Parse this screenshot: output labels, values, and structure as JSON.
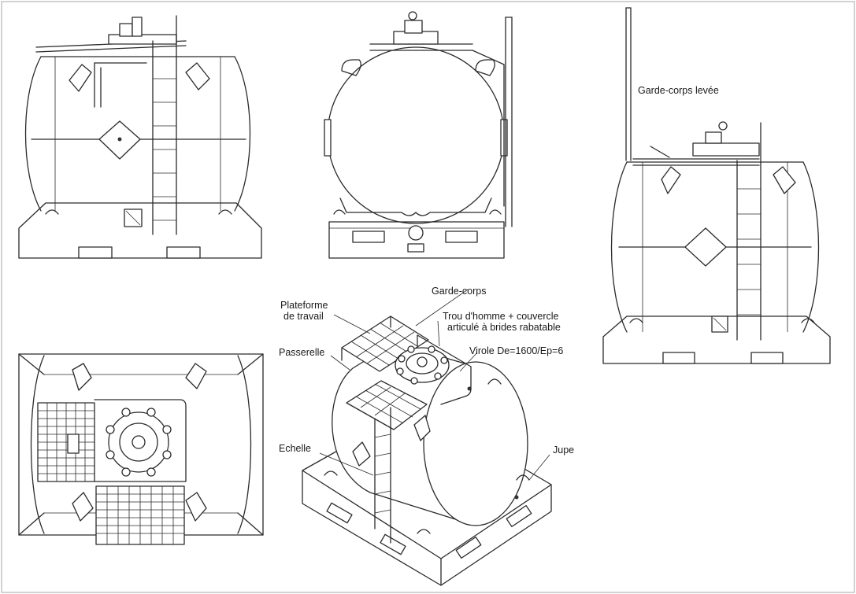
{
  "labels": {
    "garde_corps_levee": "Garde-corps levée",
    "plateforme_line1": "Plateforme",
    "plateforme_line2": "de travail",
    "garde_corps": "Garde-corps",
    "trou_line1": "Trou d'homme + couvercle",
    "trou_line2": "articulé à brides rabatable",
    "passerelle": "Passerelle",
    "virole": "Virole De=1600/Ep=6",
    "echelle": "Echelle",
    "jupe": "Jupe"
  },
  "colors": {
    "line": "#2a2a2a",
    "frame": "#b5b5b5",
    "background": "#ffffff"
  },
  "views": [
    "side-view-left",
    "front-view",
    "side-view-raised-guardrail",
    "top-view",
    "isometric-view"
  ]
}
